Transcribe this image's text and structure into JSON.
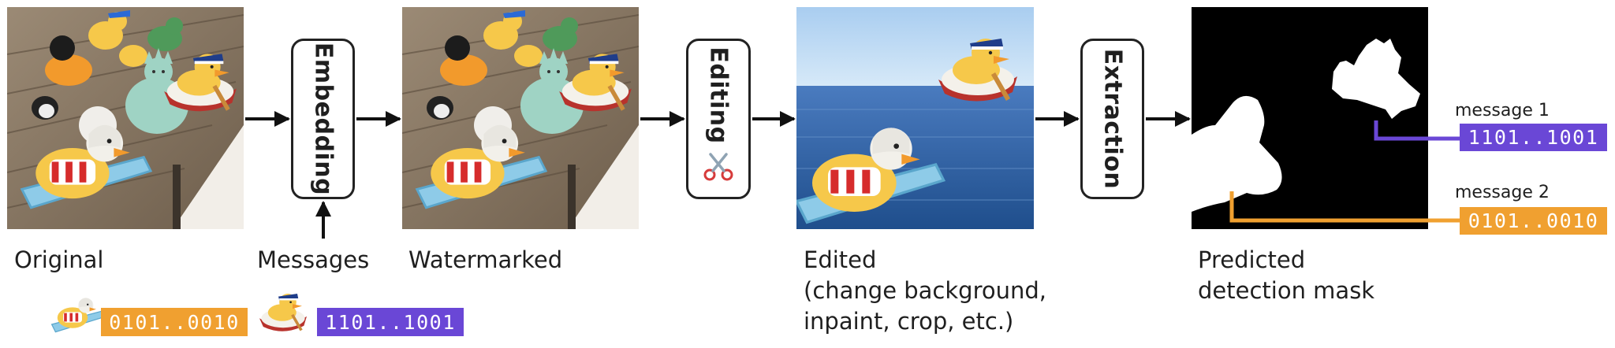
{
  "stages": {
    "embedding": "Embedding",
    "editing": "Editing",
    "extraction": "Extraction"
  },
  "captions": {
    "original": "Original",
    "messages": "Messages",
    "watermarked": "Watermarked",
    "edited_line1": "Edited",
    "edited_line2": "(change background,",
    "edited_line3": "inpaint, crop, etc.)",
    "mask_line1": "Predicted",
    "mask_line2": "detection mask"
  },
  "messages": {
    "bits_a": "0101..0010",
    "bits_b": "1101..1001",
    "label_1": "message 1",
    "label_2": "message 2"
  },
  "icons": {
    "editing": "scissors-icon"
  },
  "colors": {
    "orange": "#f0a030",
    "purple": "#6a47d6",
    "mask_bg": "#000000",
    "mask_fg": "#ffffff"
  }
}
